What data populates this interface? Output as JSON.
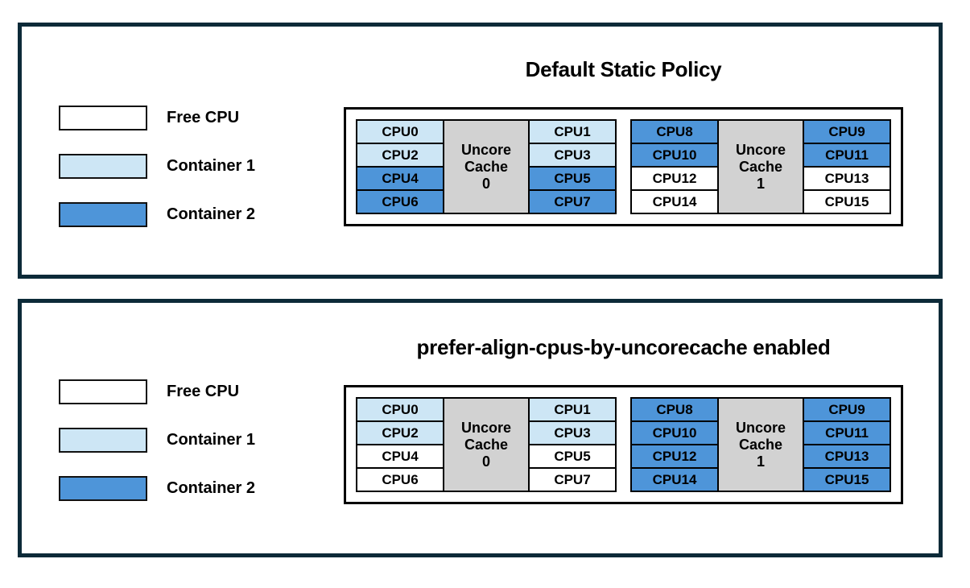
{
  "colors": {
    "free_cpu": "#ffffff",
    "container1": "#cde6f5",
    "container2": "#4e95d9",
    "uncore_cache_bg": "#d2d2d2",
    "panel_border": "#0c2a38"
  },
  "legend": {
    "items": [
      {
        "label": "Free CPU",
        "state": "free"
      },
      {
        "label": "Container 1",
        "state": "container1"
      },
      {
        "label": "Container 2",
        "state": "container2"
      }
    ]
  },
  "panels": [
    {
      "title": "Default Static Policy",
      "groups": [
        {
          "cache_label_lines": [
            "Uncore",
            "Cache",
            "0"
          ],
          "left_cpus": [
            {
              "label": "CPU0",
              "state": "container1"
            },
            {
              "label": "CPU2",
              "state": "container1"
            },
            {
              "label": "CPU4",
              "state": "container2"
            },
            {
              "label": "CPU6",
              "state": "container2"
            }
          ],
          "right_cpus": [
            {
              "label": "CPU1",
              "state": "container1"
            },
            {
              "label": "CPU3",
              "state": "container1"
            },
            {
              "label": "CPU5",
              "state": "container2"
            },
            {
              "label": "CPU7",
              "state": "container2"
            }
          ]
        },
        {
          "cache_label_lines": [
            "Uncore",
            "Cache",
            "1"
          ],
          "left_cpus": [
            {
              "label": "CPU8",
              "state": "container2"
            },
            {
              "label": "CPU10",
              "state": "container2"
            },
            {
              "label": "CPU12",
              "state": "free"
            },
            {
              "label": "CPU14",
              "state": "free"
            }
          ],
          "right_cpus": [
            {
              "label": "CPU9",
              "state": "container2"
            },
            {
              "label": "CPU11",
              "state": "container2"
            },
            {
              "label": "CPU13",
              "state": "free"
            },
            {
              "label": "CPU15",
              "state": "free"
            }
          ]
        }
      ]
    },
    {
      "title": "prefer-align-cpus-by-uncorecache enabled",
      "groups": [
        {
          "cache_label_lines": [
            "Uncore",
            "Cache",
            "0"
          ],
          "left_cpus": [
            {
              "label": "CPU0",
              "state": "container1"
            },
            {
              "label": "CPU2",
              "state": "container1"
            },
            {
              "label": "CPU4",
              "state": "free"
            },
            {
              "label": "CPU6",
              "state": "free"
            }
          ],
          "right_cpus": [
            {
              "label": "CPU1",
              "state": "container1"
            },
            {
              "label": "CPU3",
              "state": "container1"
            },
            {
              "label": "CPU5",
              "state": "free"
            },
            {
              "label": "CPU7",
              "state": "free"
            }
          ]
        },
        {
          "cache_label_lines": [
            "Uncore",
            "Cache",
            "1"
          ],
          "left_cpus": [
            {
              "label": "CPU8",
              "state": "container2"
            },
            {
              "label": "CPU10",
              "state": "container2"
            },
            {
              "label": "CPU12",
              "state": "container2"
            },
            {
              "label": "CPU14",
              "state": "container2"
            }
          ],
          "right_cpus": [
            {
              "label": "CPU9",
              "state": "container2"
            },
            {
              "label": "CPU11",
              "state": "container2"
            },
            {
              "label": "CPU13",
              "state": "container2"
            },
            {
              "label": "CPU15",
              "state": "container2"
            }
          ]
        }
      ]
    }
  ]
}
